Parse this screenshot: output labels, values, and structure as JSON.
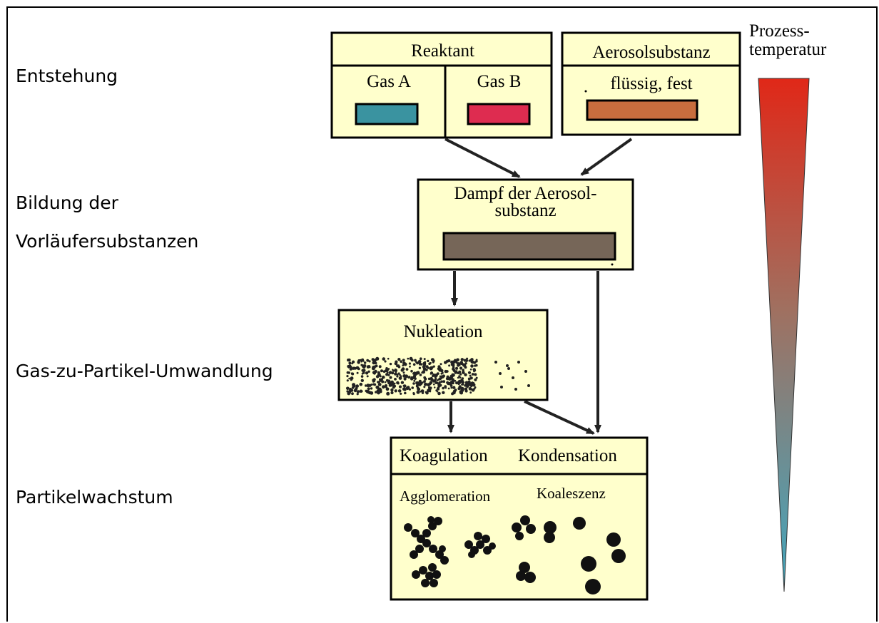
{
  "stages": {
    "entstehung": "Entstehung",
    "bildung_line1": "Bildung der",
    "bildung_line2": "Vorläufersubstanzen",
    "umwandlung": "Gas-zu-Partikel-Umwandlung",
    "wachstum": "Partikelwachstum"
  },
  "reaktant": {
    "title": "Reaktant",
    "gas_a": "Gas A",
    "gas_b": "Gas B"
  },
  "aerosol": {
    "title": "Aerosolsubstanz",
    "state": "flüssig, fest"
  },
  "dampf": {
    "line1": "Dampf der Aerosol-",
    "line2": "substanz"
  },
  "nukleation": {
    "title": "Nukleation"
  },
  "wachstum_box": {
    "koagulation": "Koagulation",
    "kondensation": "Kondensation",
    "agglomeration": "Agglomeration",
    "koaleszenz": "Koaleszenz"
  },
  "temperature": {
    "line1": "Prozess-",
    "line2": "temperatur"
  },
  "colors": {
    "box_fill": "#ffffcc",
    "gas_a": "#3a93a0",
    "gas_b": "#de2c50",
    "aerosol": "#c86d3e",
    "dampf": "#766658",
    "temp_hot": "#e02818",
    "temp_cold": "#40a8c0"
  }
}
